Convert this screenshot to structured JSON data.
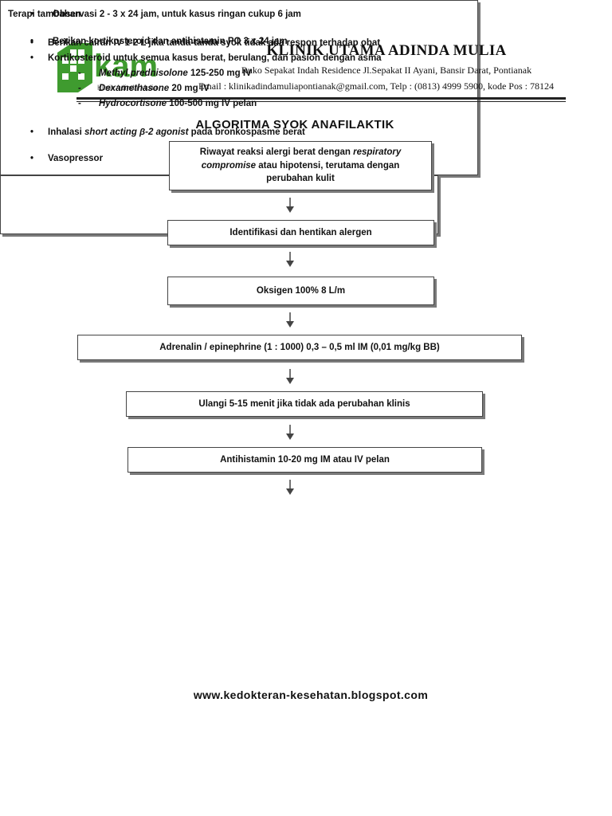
{
  "header": {
    "logo_text": "kam",
    "logo_subtext": "Klinik Adinda Mulia",
    "clinic_name": "KLINIK UTAMA ADINDA MULIA",
    "address": "Ruko Sepakat Indah Residence Jl.Sepakat II Ayani, Bansir Darat, Pontianak",
    "contact": "Email : klinikadindamuliapontianak@gmail.com, Telp : (0813) 4999 5900, kode Pos : 78124",
    "brand_color": "#3f9b2f"
  },
  "title": "ALGORITMA SYOK ANAFILAKTIK",
  "steps": {
    "s1_a": "Riwayat reaksi alergi berat dengan ",
    "s1_b": "respiratory",
    "s1_c": "compromise",
    "s1_d": " atau hipotensi, terutama dengan",
    "s1_e": "perubahan kulit",
    "s2": "Identifikasi dan hentikan alergen",
    "s3": "Oksigen 100% 8 L/m",
    "s4": "Adrenalin / epinephrine (1 : 1000) 0,3 – 0,5 ml IM (0,01 mg/kg BB)",
    "s5": "Ulangi 5-15 menit jika tidak ada perubahan klinis",
    "s6": "Antihistamin 10-20 mg IM atau IV pelan"
  },
  "therapy": {
    "heading": "Terapi tambahan",
    "bullet": "•",
    "dash": "-",
    "b1": "Berikan cairan IV 1-2 L jika tanda-tanda syok tidak ada respon terhadap obat",
    "b2": "Kortikosteroid untuk semua kasus berat, berulang, dan pasion dengan asma",
    "sub1_drug": "Methyl prednisolone",
    "sub1_dose": " 125-250 mg IV",
    "sub2_drug": "Dexamethasone",
    "sub2_dose": " 20 mg IV",
    "sub3_drug": "Hydrocortisone",
    "sub3_dose": " 100-500 mg IV pelan",
    "b3_a": "Inhalasi ",
    "b3_b": "short acting β-2 agonist",
    "b3_c": "  pada bronkospasme berat",
    "b4": "Vasopressor"
  },
  "website": "www.kedokteran-kesehatan.blogspot.com",
  "observation": {
    "o1": "Observasi 2 - 3 x 24 jam, untuk kasus ringan cukup 6 jam",
    "o2": "Berikan kortikosteroid dan antihistamin PO 3 x 24 jam"
  }
}
